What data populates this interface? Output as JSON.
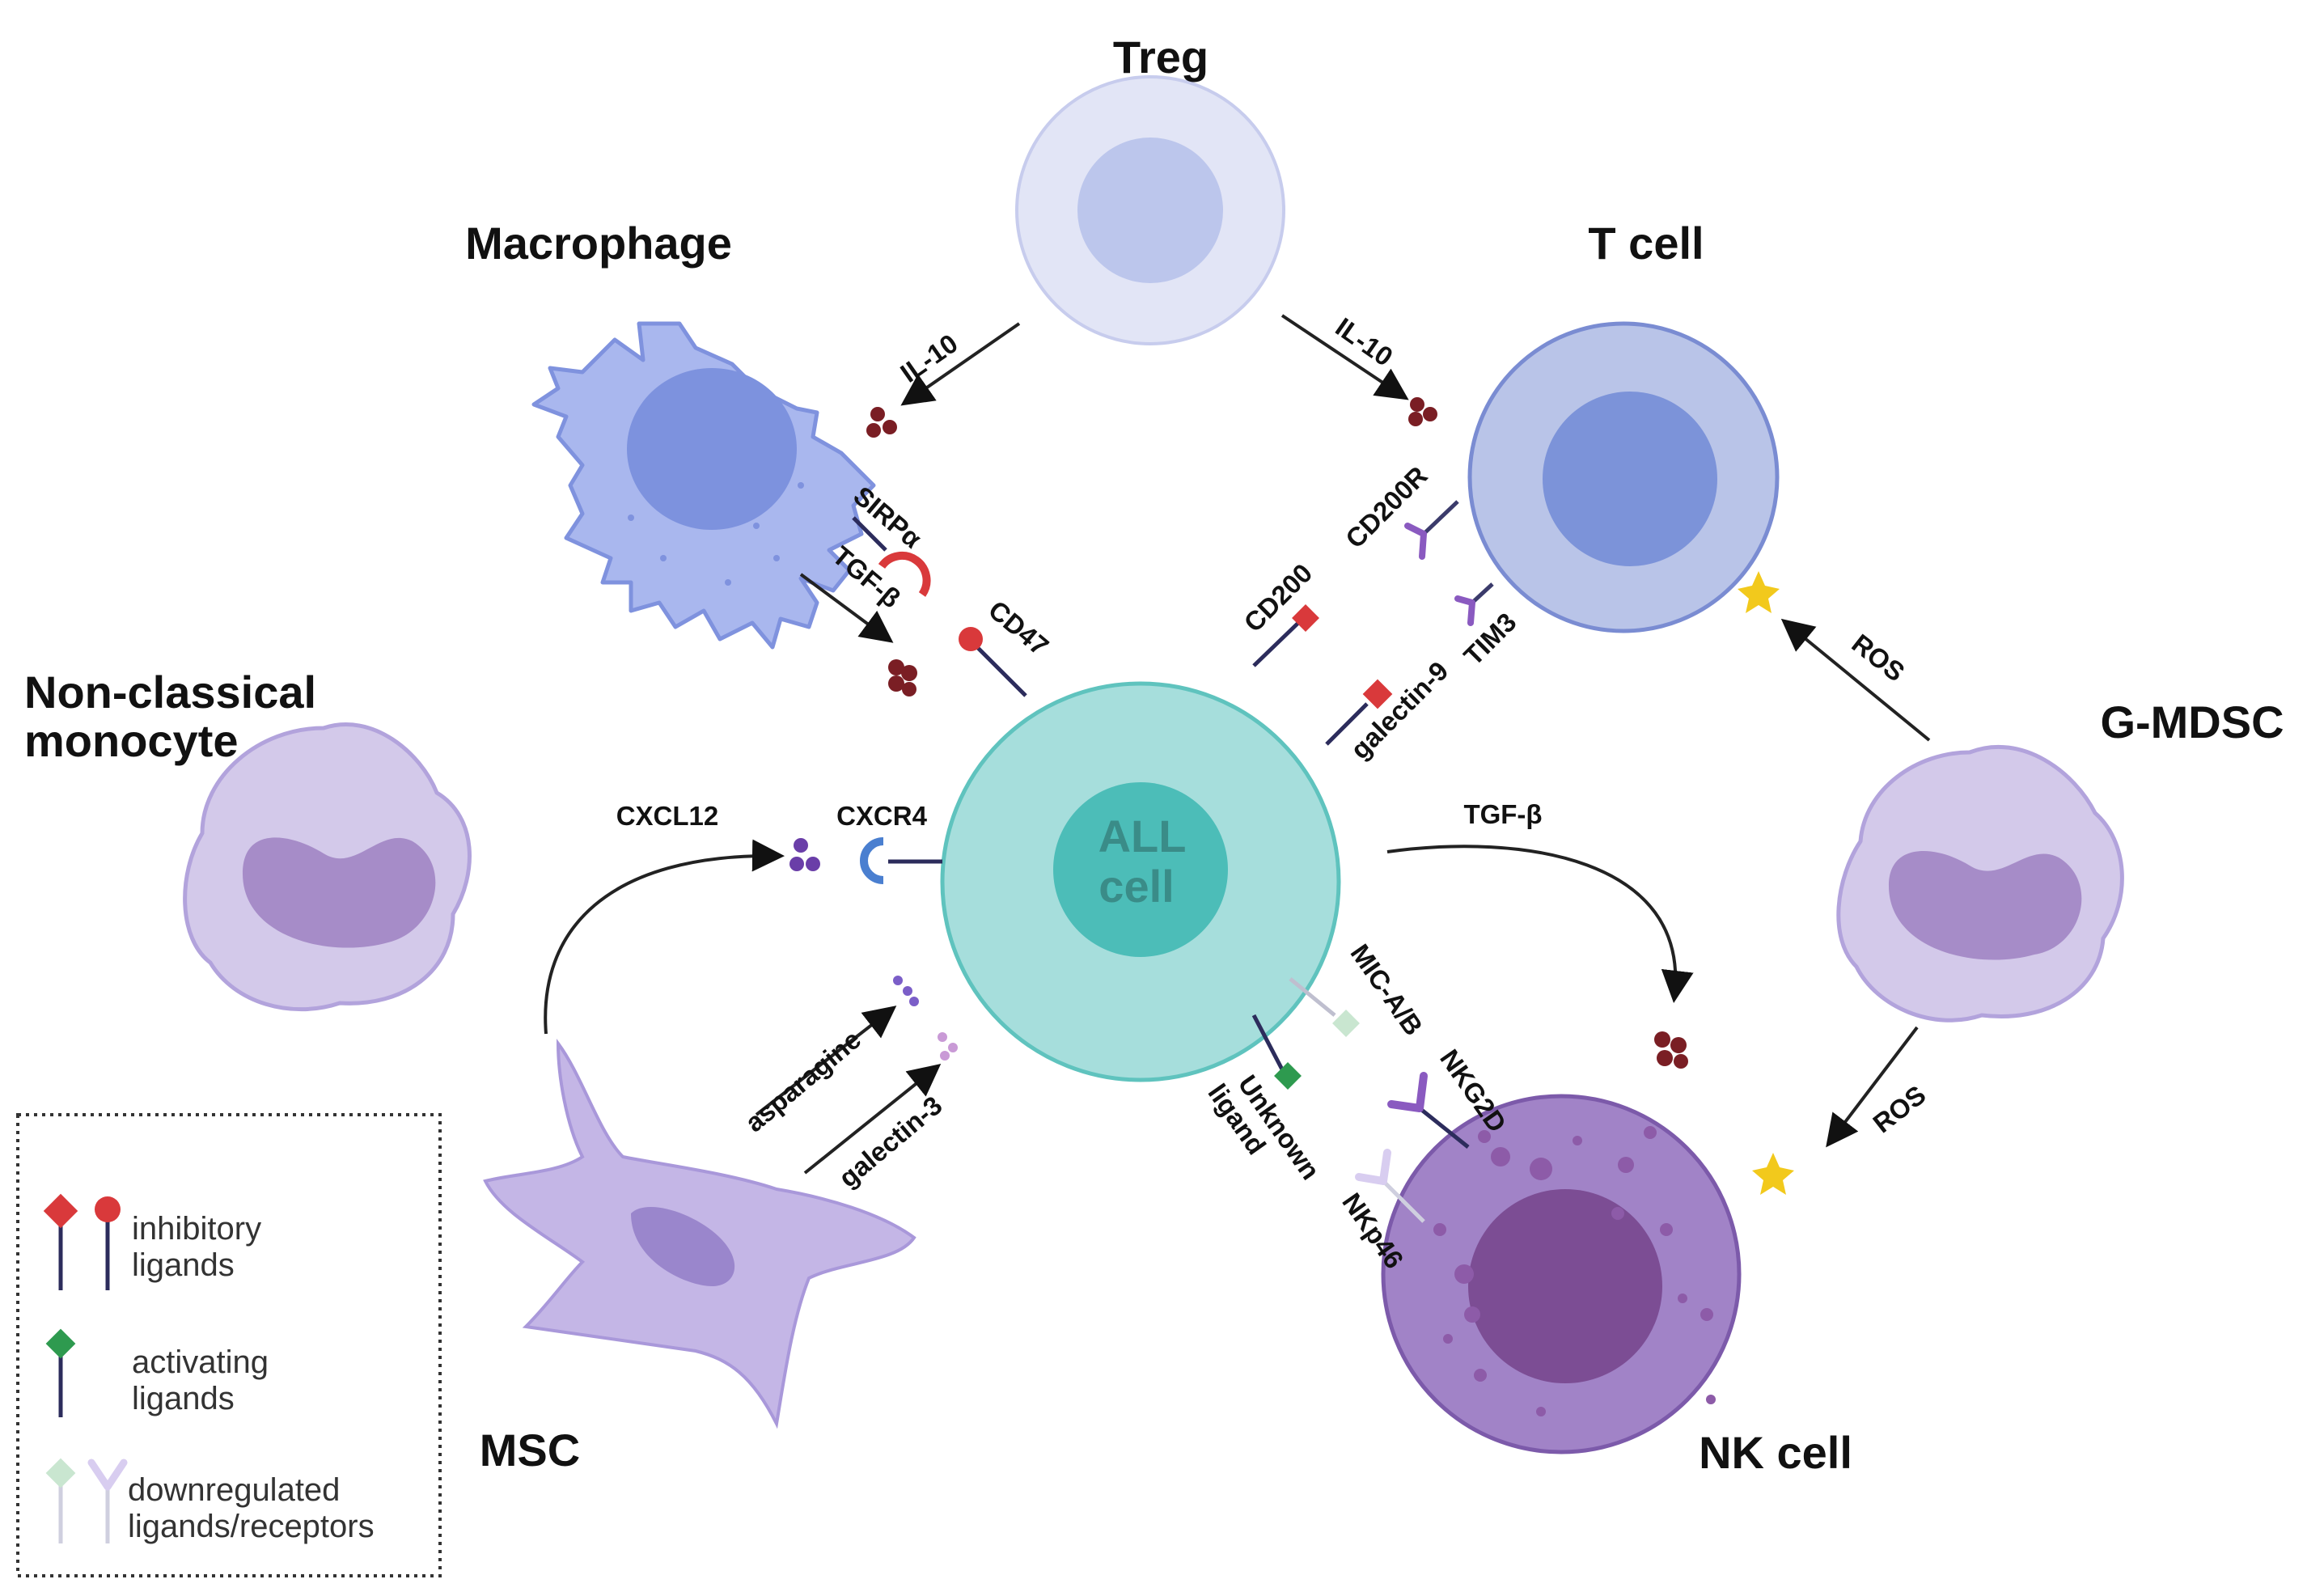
{
  "cells": {
    "treg": "Treg",
    "macrophage": "Macrophage",
    "t_cell": "T cell",
    "non_classical_monocyte_line1": "Non-classical",
    "non_classical_monocyte_line2": "monocyte",
    "g_mdsc": "G-MDSC",
    "msc": "MSC",
    "nk_cell": "NK cell",
    "all_cell_line1": "ALL",
    "all_cell_line2": "cell"
  },
  "molecules": {
    "il10_left": "IL-10",
    "il10_right": "IL-10",
    "sirpa": "SIRPα",
    "tgfb_macrophage": "TGF-β",
    "cd47": "CD47",
    "cd200": "CD200",
    "cd200r": "CD200R",
    "galectin9": "galectin-9",
    "tim3": "TIM3",
    "ros_top": "ROS",
    "ros_bottom": "ROS",
    "cxcl12": "CXCL12",
    "cxcr4": "CXCR4",
    "tgfb_all": "TGF-β",
    "mica_b": "MIC-A/B",
    "nkg2d": "NKG2D",
    "unknown_line1": "Unknown",
    "unknown_line2": "ligand",
    "nkp46": "NKp46",
    "asparagine": "asparagine",
    "galectin3": "galectin-3"
  },
  "legend": {
    "inhibitory_line1": "inhibitory",
    "inhibitory_line2": "ligands",
    "activating_line1": "activating",
    "activating_line2": "ligands",
    "downregulated_line1": "downregulated",
    "downregulated_line2": "ligands/receptors"
  },
  "colors": {
    "all_cell": "#a6dedc",
    "all_nucleus": "#4cbdb8",
    "inhibitory": "#d9393b",
    "activating": "#2e9a4f",
    "downregulated": "#c9e6d0",
    "receptor": "#8a5ac0",
    "ros": "#f2c91c",
    "cytokine": "#7a1e24"
  }
}
